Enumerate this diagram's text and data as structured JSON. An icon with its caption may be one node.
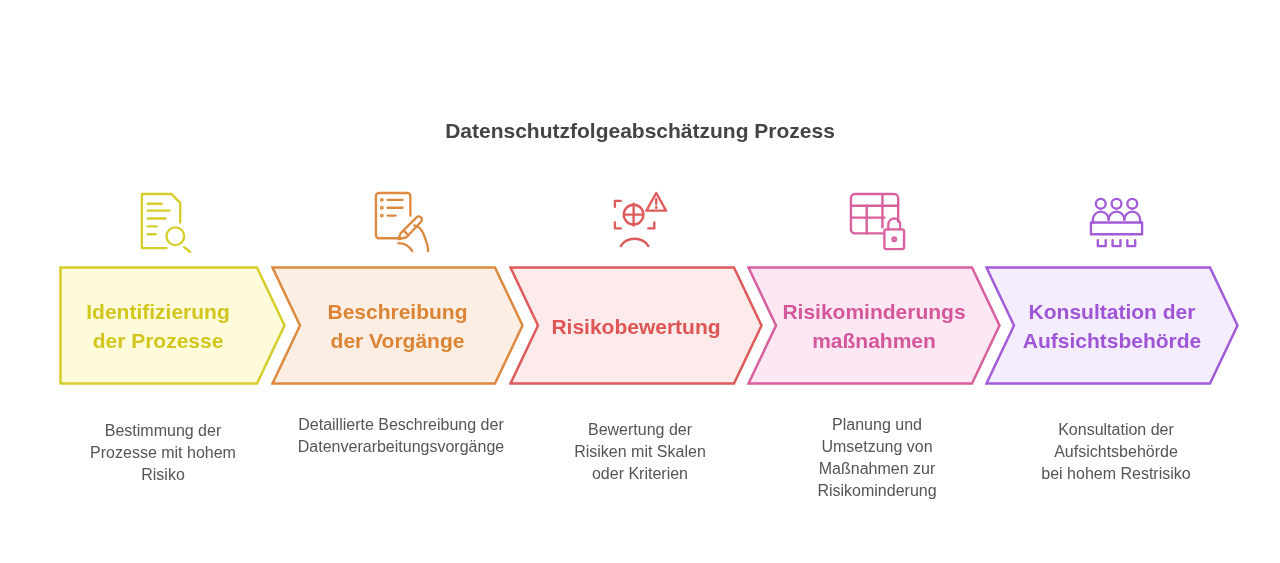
{
  "diagram": {
    "title": "Datenschutzfolgeabschätzung Prozess",
    "nodes": [
      {
        "text": [
          "Identifizierung der Prozesse"
        ],
        "beside": [
          "Bestimmung der Prozesse mit hohem Risiko"
        ]
      },
      {
        "text": [
          "Beschreibung der Vorgänge"
        ],
        "beside": [
          "Detaillierte Beschreibung der Datenverarbeitungsvorgänge"
        ]
      },
      {
        "text": [
          "Risikobewertung"
        ],
        "beside": [
          "Bewertung der Risiken mit Skalen oder Kriterien"
        ]
      },
      {
        "text": [
          "Risikominderungs maßnahmen"
        ],
        "beside": [
          "Planung und Umsetzung von Maßnahmen zur Risikominderung"
        ]
      },
      {
        "text": [
          "Konsultation der Aufsichtsbehörde"
        ],
        "beside": [
          "Konsultation der Aufsichtsbehörde bei hohem Restrisiko"
        ]
      }
    ]
  }
}
